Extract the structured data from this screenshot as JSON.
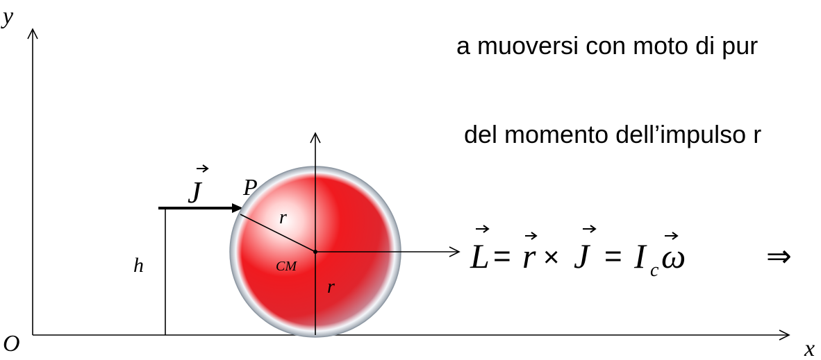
{
  "axes": {
    "y_label": "y",
    "x_label": "x",
    "origin_label": "O"
  },
  "text_lines": [
    "a muoversi con moto di pur",
    "del momento dell’impulso r"
  ],
  "labels": {
    "impulse": "J",
    "point": "P",
    "radius_upper": "r",
    "radius_lower": "r",
    "center": "CM",
    "height": "h"
  },
  "equation": {
    "L": "L",
    "eq1": "=",
    "r": "r",
    "times": "×",
    "J": "J",
    "eq2": "=",
    "I": "I",
    "sub_c": "c",
    "omega": "ω",
    "implies": "⇒"
  },
  "colors": {
    "sphere": "#e5141b",
    "ring": "#c9d7e6",
    "ink": "#000000"
  }
}
